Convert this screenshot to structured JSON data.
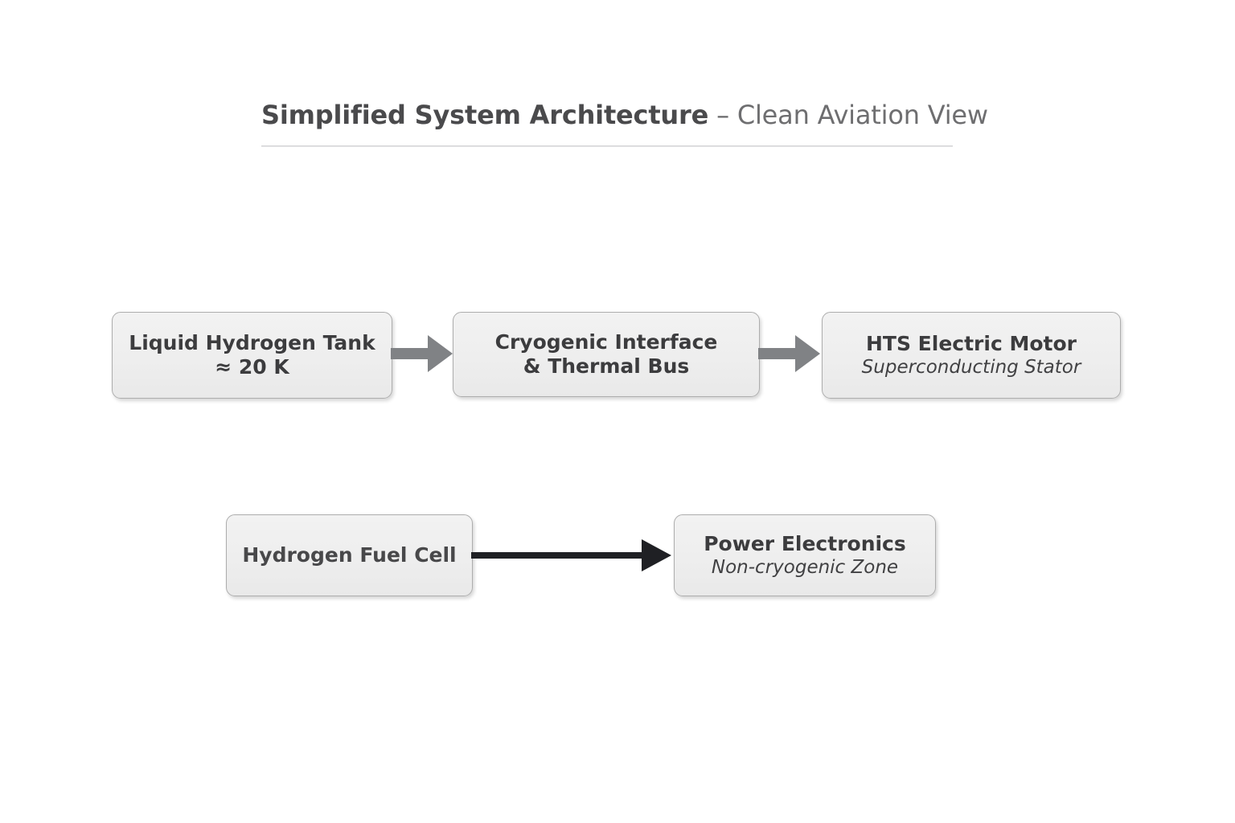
{
  "page": {
    "background": "#ffffff",
    "title": {
      "strong": "Simplified System Architecture",
      "dash": " – ",
      "rest": "Clean Aviation View"
    }
  },
  "colors": {
    "node_fill": "#eeeeee",
    "node_border": "#adadad",
    "text_primary": "#3c3c3e",
    "arrow_gray": "#808285",
    "arrow_dark": "#1f2024",
    "rule": "#d2d2d4"
  },
  "diagram": {
    "type": "flow",
    "nodes": [
      {
        "id": "lh2",
        "line1": "Liquid Hydrogen Tank",
        "line2": "≈ 20 K",
        "line2_style": "bold",
        "row": 1
      },
      {
        "id": "cryo",
        "line1": "Cryogenic Interface",
        "line2": "& Thermal Bus",
        "line2_style": "bold",
        "row": 1
      },
      {
        "id": "hts",
        "line1": "HTS Electric Motor",
        "line2": "Superconducting Stator",
        "line2_style": "italic",
        "row": 1
      },
      {
        "id": "fuelcell",
        "line1": "Hydrogen Fuel Cell",
        "line2": "",
        "line2_style": "none",
        "row": 2
      },
      {
        "id": "power",
        "line1": "Power Electronics",
        "line2": "Non-cryogenic Zone",
        "line2_style": "italic",
        "row": 2
      }
    ],
    "edges": [
      {
        "id": "e1",
        "from": "lh2",
        "to": "cryo",
        "style": "block-arrow",
        "color": "#808285"
      },
      {
        "id": "e2",
        "from": "cryo",
        "to": "hts",
        "style": "block-arrow",
        "color": "#808285"
      },
      {
        "id": "e3",
        "from": "fuelcell",
        "to": "power",
        "style": "line-arrow",
        "color": "#1f2024"
      }
    ]
  }
}
